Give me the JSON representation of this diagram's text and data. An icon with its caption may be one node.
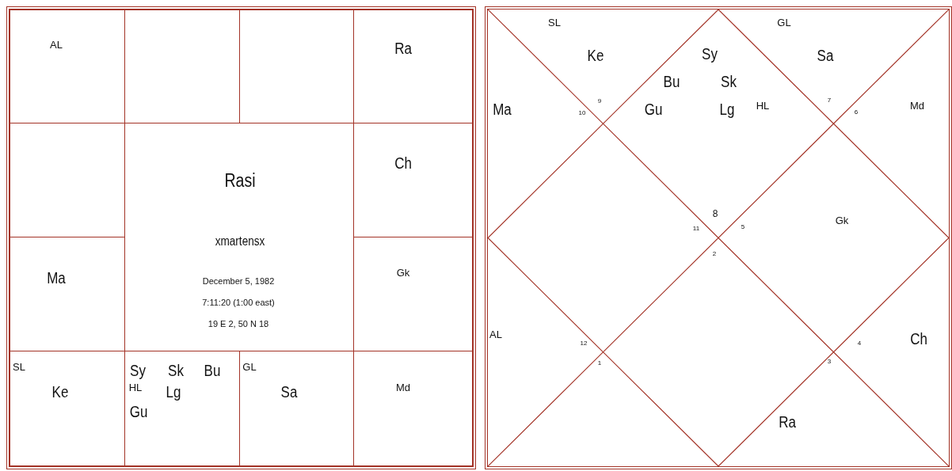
{
  "diagram": {
    "nodes": [
      {
        "text": [
          "AL"
        ]
      },
      {
        "text": [],
        "shape": "box"
      },
      {
        "text": [],
        "shape": "box"
      },
      {
        "text": [
          "Ra"
        ]
      },
      {
        "text": [],
        "shape": "box"
      },
      {
        "text": [
          "Rasi",
          "xmartensx",
          "December 5, 1982",
          "7:11:20 (1:00 east)",
          "19 E 2, 50 N 18"
        ]
      },
      {
        "text": [
          "Ch"
        ]
      },
      {
        "text": [
          "Ma"
        ]
      },
      {
        "text": [
          "Gk"
        ]
      },
      {
        "text": [
          "SL",
          "Ke"
        ]
      },
      {
        "text": [
          "Sy",
          "Sk",
          "Bu",
          "HL",
          "Lg",
          "Gu"
        ]
      },
      {
        "text": [
          "GL",
          "Sa"
        ]
      },
      {
        "text": [
          "Md"
        ]
      }
    ],
    "edges": [],
    "labels": [
      "SL",
      "GL",
      "Ke",
      "Sy",
      "Sa",
      "Bu",
      "Sk",
      "Ma",
      "10",
      "9",
      "Gu",
      "Lg",
      "HL",
      "7",
      "6",
      "Md",
      "8",
      "Gk",
      "11",
      "5",
      "2",
      "AL",
      "12",
      "Ch",
      "4",
      "1",
      "3",
      "Ra"
    ]
  }
}
